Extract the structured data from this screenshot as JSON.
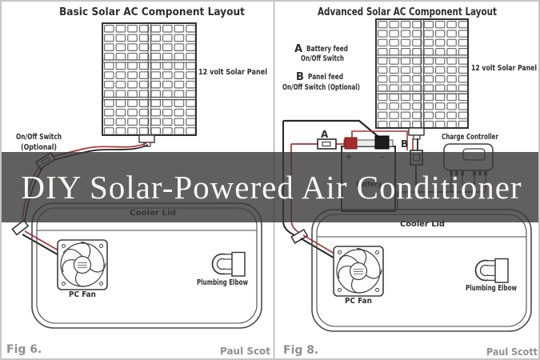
{
  "banner": {
    "title": "DIY Solar-Powered Air Conditioner"
  },
  "basic": {
    "title": "Basic Solar AC Component Layout",
    "solar_panel_label": "12 volt Solar Panel",
    "switch_label_line1": "On/Off Switch",
    "switch_label_line2": "(Optional)",
    "cooler_lid_label": "Cooler Lid",
    "pc_fan_label": "PC Fan",
    "plumbing_elbow_label": "Plumbing Elbow",
    "fig_label": "Fig 6.",
    "credit": "Paul Scot"
  },
  "advanced": {
    "title": "Advanced Solar AC Component Layout",
    "legend_a_key": "A",
    "legend_a_text": "Battery feed",
    "legend_a_sub": "On/Off Switch",
    "legend_b_key": "B",
    "legend_b_text": "Panel feed",
    "legend_b_sub": "On/Off Switch (Optional)",
    "solar_panel_label": "12 volt Solar Panel",
    "charge_controller_label": "Charge Controller",
    "switch_a_label": "A",
    "switch_b_label": "B",
    "battery_label": "Battery",
    "battery_plus": "+",
    "battery_minus": "–",
    "cooler_lid_label": "Cooler Lid",
    "pc_fan_label": "PC Fan",
    "plumbing_elbow_label": "Plumbing Elbow",
    "fig_label": "Fig 8.",
    "credit": "Paul Scott"
  },
  "colors": {
    "wire_red": "#a83232",
    "wire_black": "#262626",
    "ink": "#3d3d3d",
    "banner_bg": "rgba(56,56,56,0.8)",
    "banner_text": "#f7f6f2",
    "divider": "#b3b3b3"
  }
}
